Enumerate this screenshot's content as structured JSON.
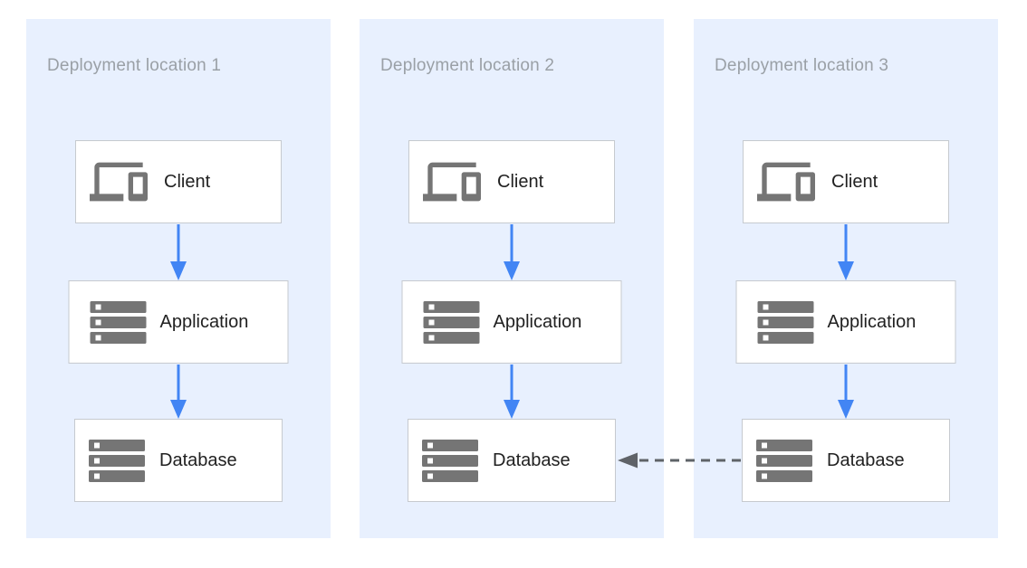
{
  "diagram": {
    "panels": [
      {
        "title": "Deployment location 1",
        "nodes": [
          {
            "label": "Client",
            "icon": "devices-icon"
          },
          {
            "label": "Application",
            "icon": "server-stack-icon"
          },
          {
            "label": "Database",
            "icon": "server-stack-icon"
          }
        ]
      },
      {
        "title": "Deployment location 2",
        "nodes": [
          {
            "label": "Client",
            "icon": "devices-icon"
          },
          {
            "label": "Application",
            "icon": "server-stack-icon"
          },
          {
            "label": "Database",
            "icon": "server-stack-icon"
          }
        ]
      },
      {
        "title": "Deployment location 3",
        "nodes": [
          {
            "label": "Client",
            "icon": "devices-icon"
          },
          {
            "label": "Application",
            "icon": "server-stack-icon"
          },
          {
            "label": "Database",
            "icon": "server-stack-icon"
          }
        ]
      }
    ],
    "connections": [
      {
        "from": "Client",
        "to": "Application",
        "panel": "Deployment location 1",
        "style": "solid-blue-arrow-down"
      },
      {
        "from": "Application",
        "to": "Database",
        "panel": "Deployment location 1",
        "style": "solid-blue-arrow-down"
      },
      {
        "from": "Client",
        "to": "Application",
        "panel": "Deployment location 2",
        "style": "solid-blue-arrow-down"
      },
      {
        "from": "Application",
        "to": "Database",
        "panel": "Deployment location 2",
        "style": "solid-blue-arrow-down"
      },
      {
        "from": "Client",
        "to": "Application",
        "panel": "Deployment location 3",
        "style": "solid-blue-arrow-down"
      },
      {
        "from": "Application",
        "to": "Database",
        "panel": "Deployment location 3",
        "style": "solid-blue-arrow-down"
      },
      {
        "from": "Database (Deployment location 3)",
        "to": "Database (Deployment location 2)",
        "style": "dashed-gray-arrow-left"
      }
    ],
    "colors": {
      "panel_background": "#e8f0fe",
      "node_background": "#ffffff",
      "node_border": "#c6cacf",
      "icon_gray": "#757575",
      "flow_arrow_blue": "#4285f4",
      "replication_arrow_gray": "#5f6368",
      "panel_title_gray": "#9aa0a6",
      "node_label_color": "#212121"
    }
  }
}
